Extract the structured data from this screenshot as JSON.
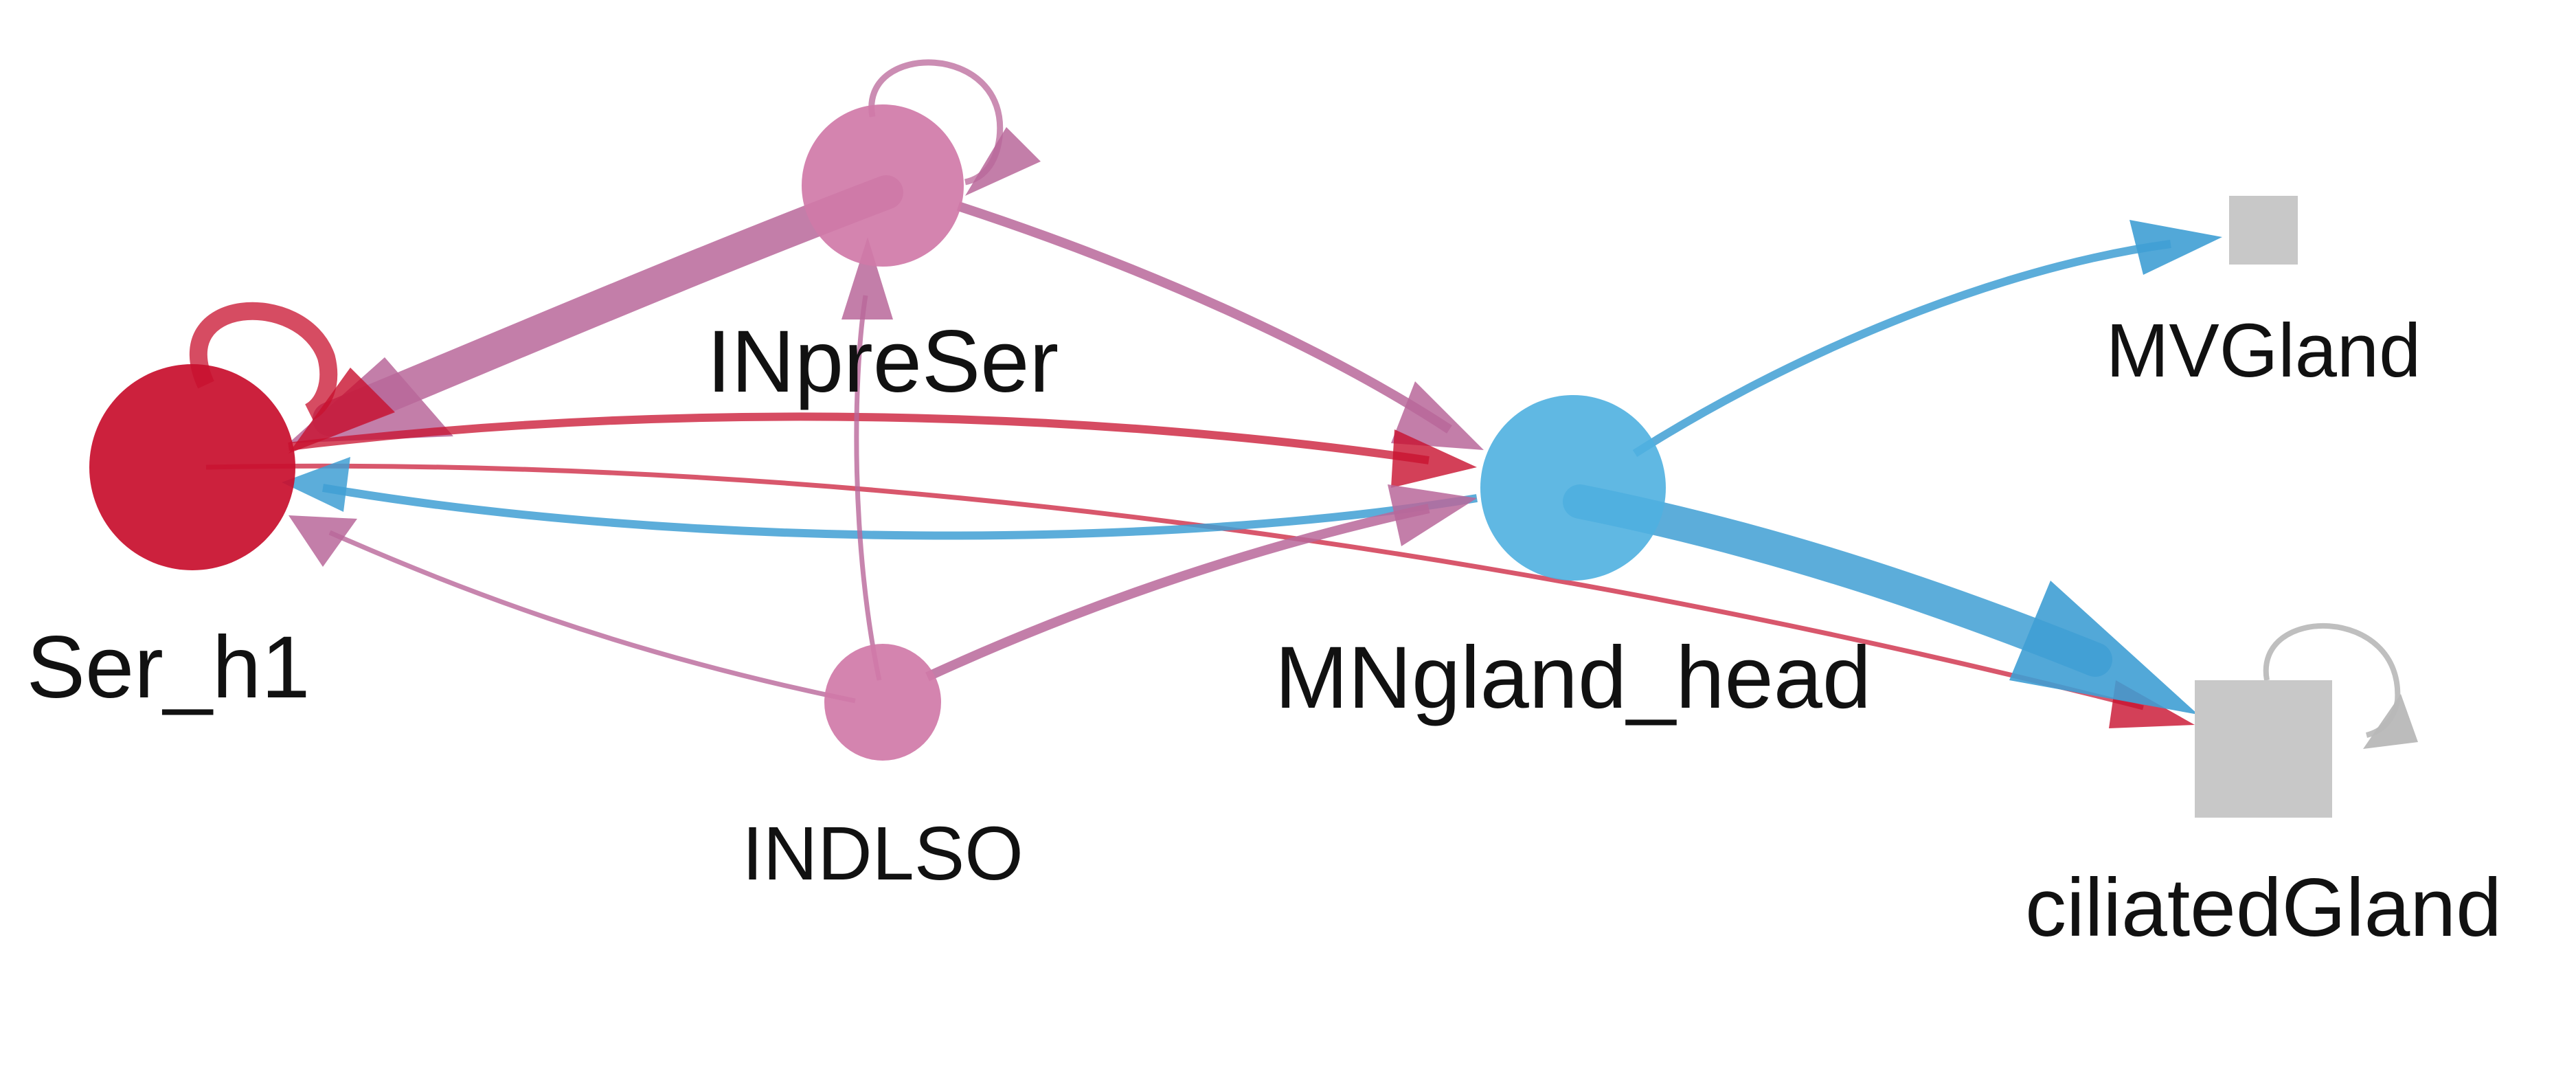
{
  "colors": {
    "ser_red": "#c8102e",
    "inter_pink": "#d07aa8",
    "edge_pink": "#b9679a",
    "mn_blue": "#4fb0e0",
    "edge_blue": "#3f9fd4",
    "gland_grey": "#c8c8c8",
    "background": "#ffffff"
  },
  "nodes": [
    {
      "id": "Ser_h1",
      "label": "Ser_h1",
      "shape": "circle",
      "color": "#c8102e"
    },
    {
      "id": "INpreSer",
      "label": "INpreSer",
      "shape": "circle",
      "color": "#d07aa8"
    },
    {
      "id": "INDLSO",
      "label": "INDLSO",
      "shape": "circle",
      "color": "#d07aa8"
    },
    {
      "id": "MNgland_head",
      "label": "MNgland_head",
      "shape": "circle",
      "color": "#4fb0e0"
    },
    {
      "id": "MVGland",
      "label": "MVGland",
      "shape": "square",
      "color": "#c8c8c8"
    },
    {
      "id": "ciliatedGland",
      "label": "ciliatedGland",
      "shape": "square",
      "color": "#c8c8c8"
    }
  ],
  "edges": [
    {
      "from": "INpreSer",
      "to": "Ser_h1",
      "weight": "strong"
    },
    {
      "from": "Ser_h1",
      "to": "Ser_h1",
      "weight": "strong"
    },
    {
      "from": "INpreSer",
      "to": "INpreSer",
      "weight": "weak"
    },
    {
      "from": "INpreSer",
      "to": "MNgland_head",
      "weight": "medium"
    },
    {
      "from": "Ser_h1",
      "to": "MNgland_head",
      "weight": "medium"
    },
    {
      "from": "Ser_h1",
      "to": "ciliatedGland",
      "weight": "weak"
    },
    {
      "from": "MNgland_head",
      "to": "Ser_h1",
      "weight": "medium"
    },
    {
      "from": "INDLSO",
      "to": "Ser_h1",
      "weight": "weak"
    },
    {
      "from": "INDLSO",
      "to": "INpreSer",
      "weight": "weak"
    },
    {
      "from": "INDLSO",
      "to": "MNgland_head",
      "weight": "medium"
    },
    {
      "from": "MNgland_head",
      "to": "MVGland",
      "weight": "medium"
    },
    {
      "from": "MNgland_head",
      "to": "ciliatedGland",
      "weight": "strong"
    },
    {
      "from": "ciliatedGland",
      "to": "ciliatedGland",
      "weight": "weak"
    }
  ]
}
